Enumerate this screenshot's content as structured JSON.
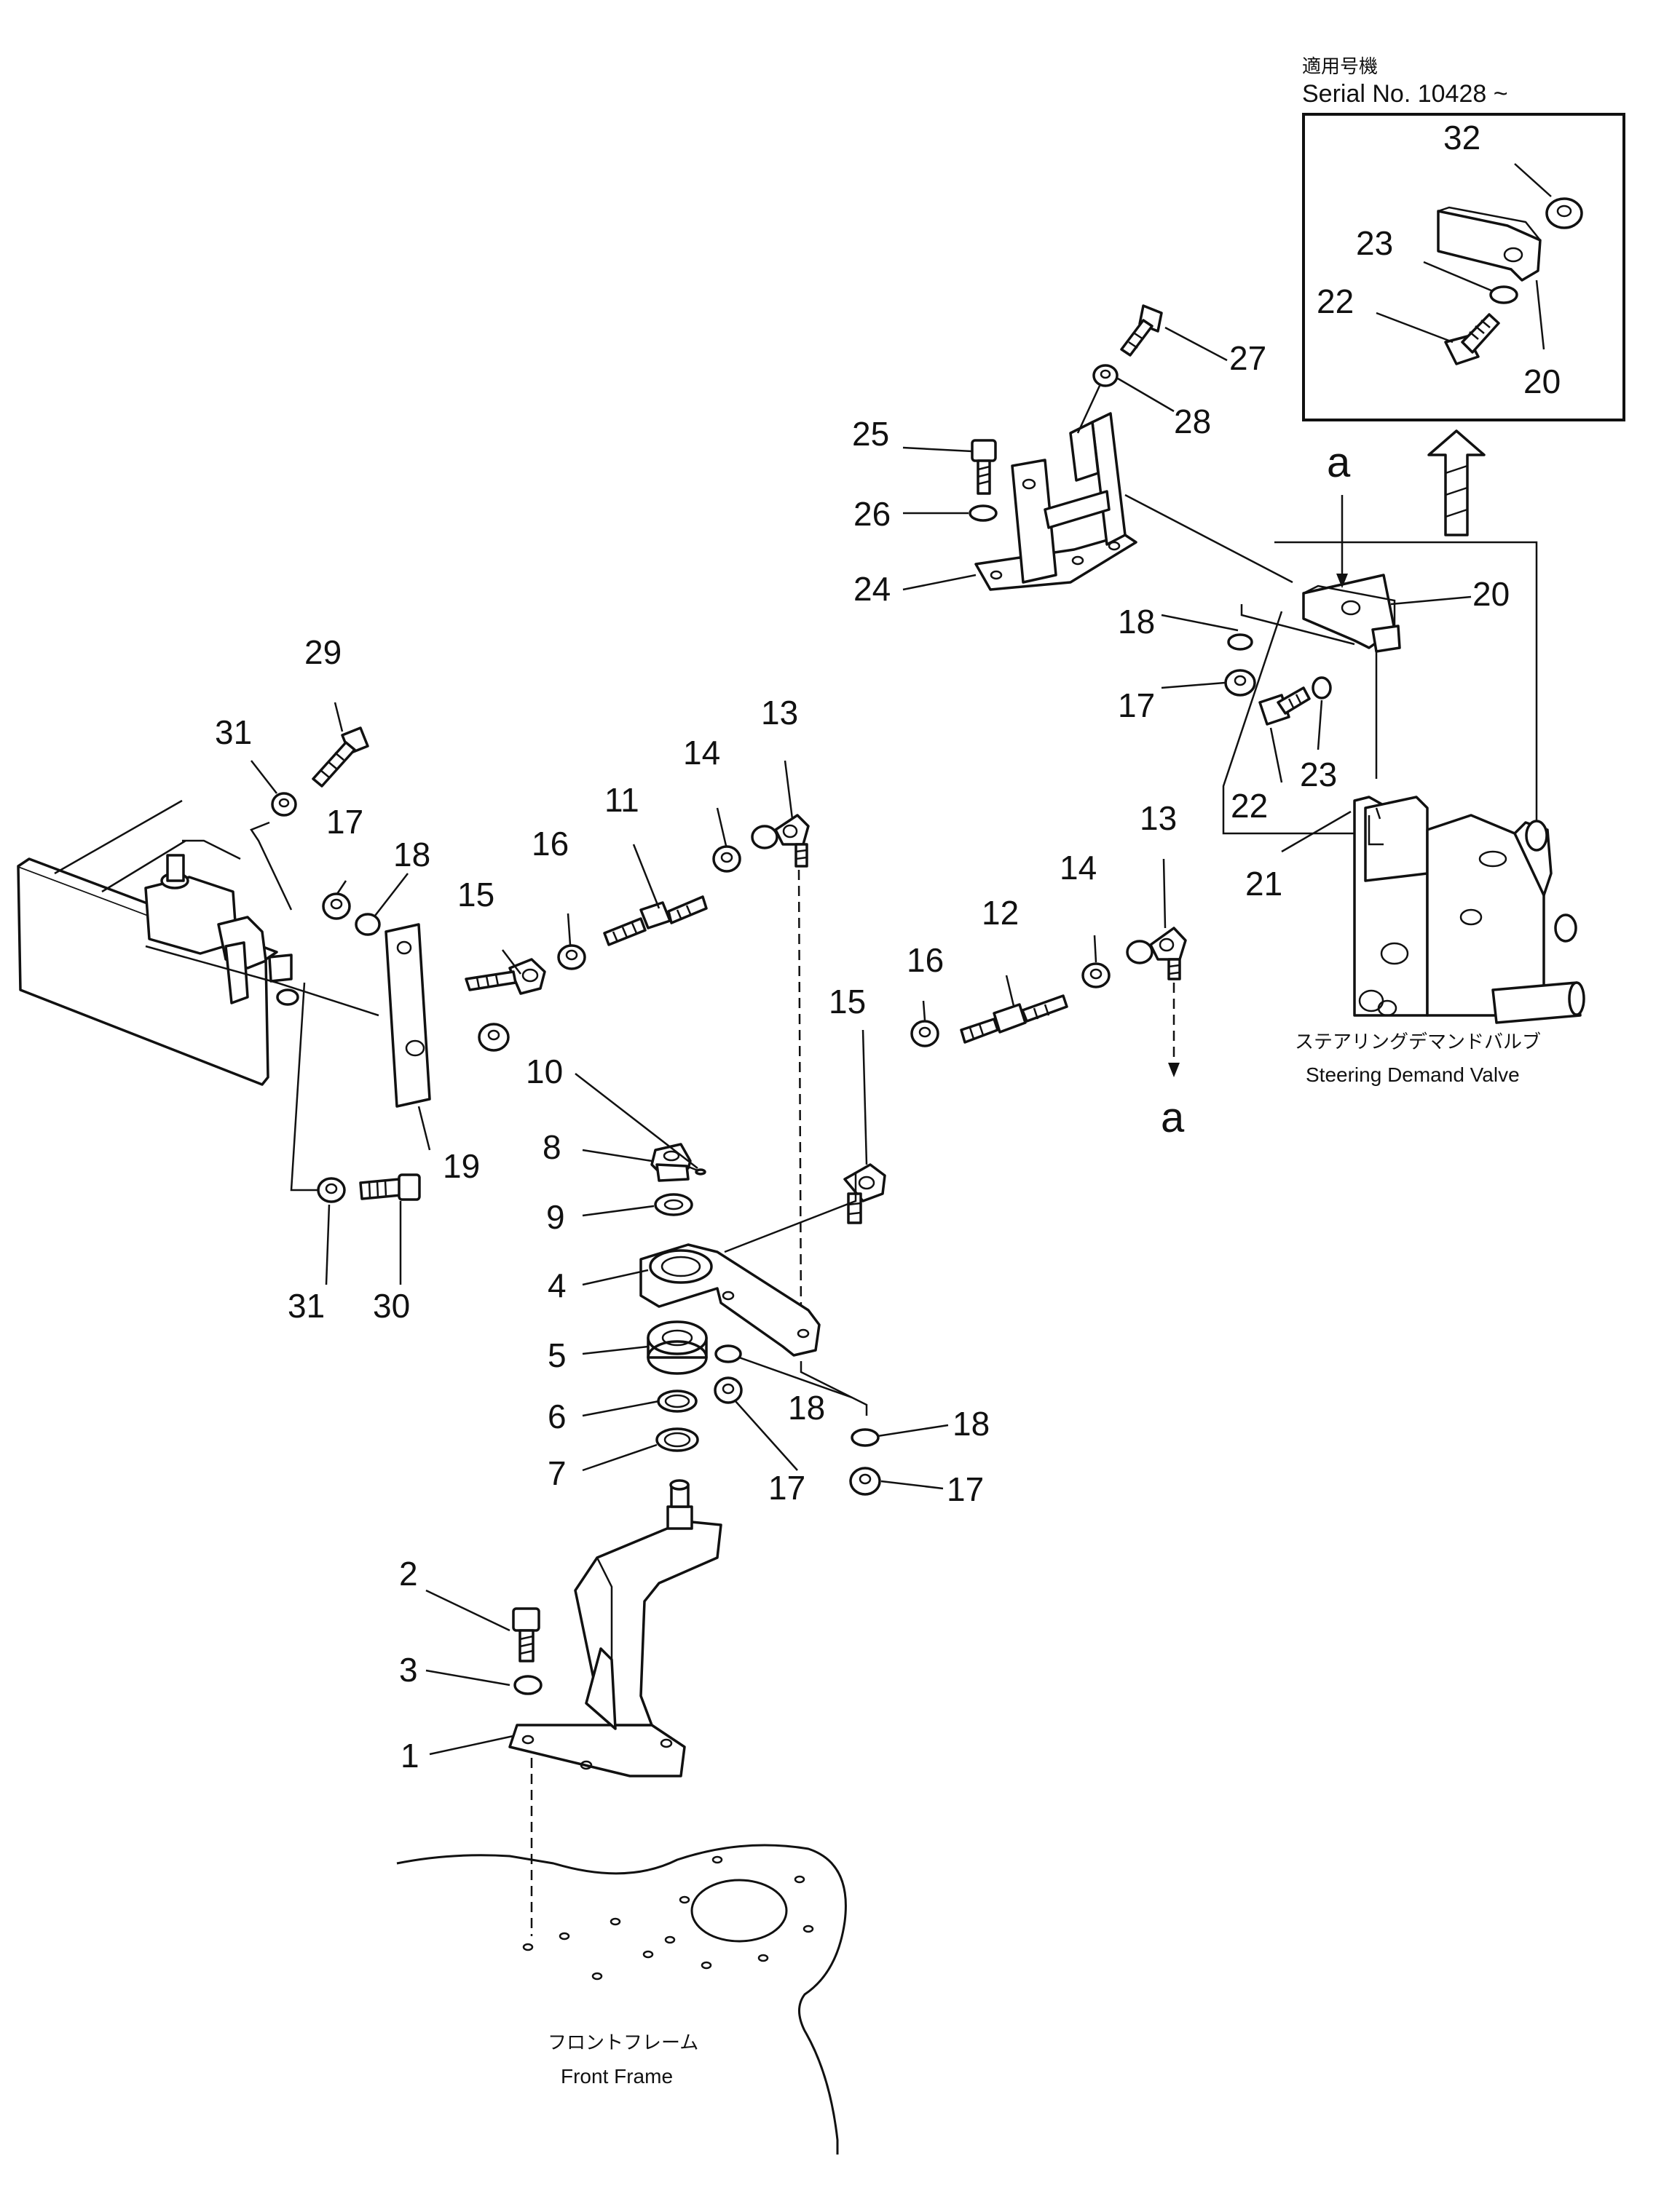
{
  "inset": {
    "jp_title": "適用号機",
    "serial": "Serial No. 10428 ~",
    "labels": {
      "p32": "32",
      "p23": "23",
      "p22": "22",
      "p20": "20"
    }
  },
  "reference_letter": "a",
  "steering_valve": {
    "jp": "ステアリングデマンドバルブ",
    "en": "Steering Demand Valve"
  },
  "front_frame": {
    "jp": "フロントフレーム",
    "en": "Front Frame"
  },
  "parts": {
    "p1": "1",
    "p2": "2",
    "p3": "3",
    "p4": "4",
    "p5": "5",
    "p6": "6",
    "p7": "7",
    "p8": "8",
    "p9": "9",
    "p10": "10",
    "p11": "11",
    "p12": "12",
    "p13": "13",
    "p14": "14",
    "p15": "15",
    "p16": "16",
    "p17": "17",
    "p18": "18",
    "p19": "19",
    "p20": "20",
    "p21": "21",
    "p22": "22",
    "p23": "23",
    "p24": "24",
    "p25": "25",
    "p26": "26",
    "p27": "27",
    "p28": "28",
    "p29": "29",
    "p30": "30",
    "p31": "31"
  }
}
